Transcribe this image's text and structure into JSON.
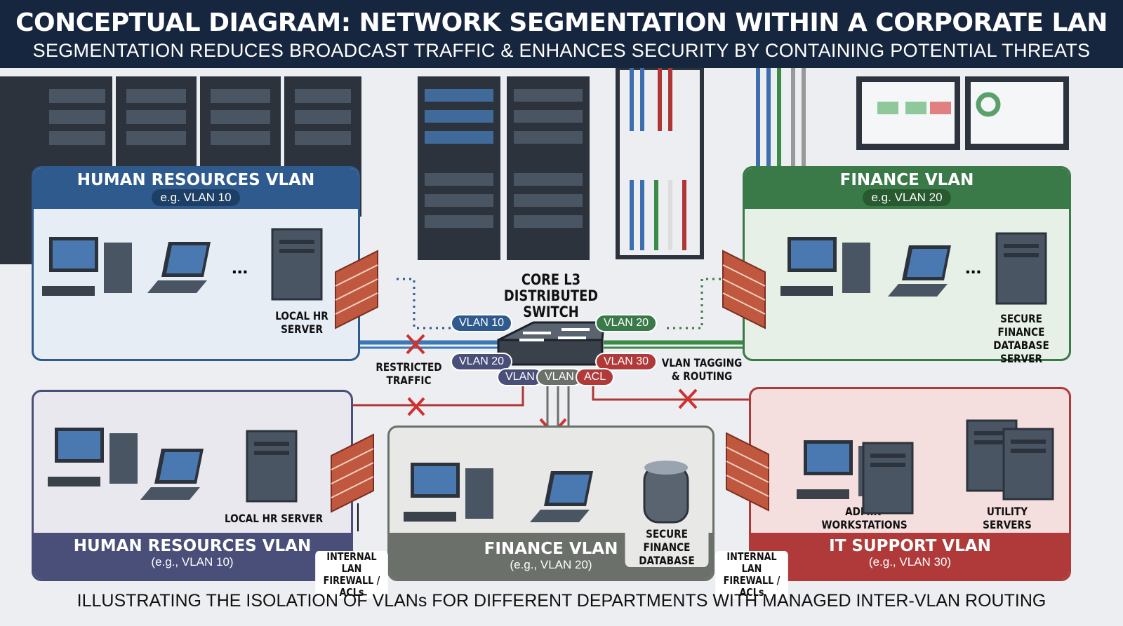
{
  "header": {
    "title": "CONCEPTUAL DIAGRAM: NETWORK SEGMENTATION WITHIN A CORPORATE LAN",
    "subtitle": "SEGMENTATION REDUCES BROADCAST TRAFFIC & ENHANCES SECURITY BY CONTAINING POTENTIAL THREATS"
  },
  "colors": {
    "header": "#17263f",
    "hr_top": "#2e5a8e",
    "finance_top": "#3a7a48",
    "hr_bottom": "#4a4f7a",
    "finance_bottom": "#6b706b",
    "it": "#b03a3a",
    "restricted": "#d03030"
  },
  "top_hr": {
    "title": "HUMAN RESOURCES VLAN",
    "vlan": "e.g. VLAN 10",
    "server": "LOCAL HR SERVER",
    "dots": "..."
  },
  "top_finance": {
    "title": "FINANCE VLAN",
    "vlan": "e.g. VLAN 20",
    "server": "SECURE FINANCE DATABASE SERVER",
    "dots": "..."
  },
  "switch": {
    "label": "CORE L3 DISTRIBUTED SWITCH",
    "tags": [
      "VLAN 10",
      "VLAN 20",
      "VLAN 20",
      "VLAN 30",
      "VLAN",
      "VLAN",
      "ACL"
    ]
  },
  "annotations": {
    "restricted": "RESTRICTED TRAFFIC",
    "tagging": "VLAN TAGGING & ROUTING",
    "firewall": "INTERNAL LAN FIREWALL / ACLs"
  },
  "bottom_hr": {
    "title": "HUMAN RESOURCES VLAN",
    "vlan": "(e.g., VLAN 10)",
    "server": "LOCAL HR SERVER"
  },
  "bottom_finance": {
    "title": "FINANCE VLAN",
    "vlan": "(e.g., VLAN 20)",
    "server": "SECURE FINANCE DATABASE"
  },
  "it": {
    "title": "IT SUPPORT VLAN",
    "vlan": "(e.g., VLAN 30)",
    "admin": "ADMIN WORKSTATIONS",
    "utility": "UTILITY SERVERS"
  },
  "footer": "ILLUSTRATING THE ISOLATION OF VLANs FOR DIFFERENT DEPARTMENTS WITH MANAGED INTER-VLAN ROUTING"
}
